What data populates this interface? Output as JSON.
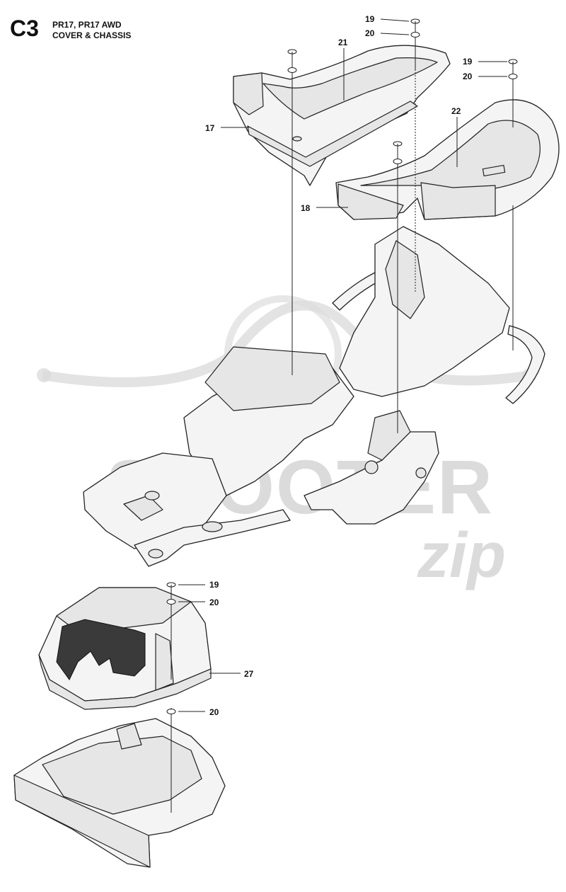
{
  "header": {
    "page_code": "C3",
    "model": "PR17, PR17 AWD",
    "section": "COVER & CHASSIS"
  },
  "watermark": {
    "brand_main": "SCOOTER",
    "brand_script": "zip"
  },
  "callouts": [
    {
      "id": "c19a",
      "label": "19"
    },
    {
      "id": "c20a",
      "label": "20"
    },
    {
      "id": "c21",
      "label": "21"
    },
    {
      "id": "c19b",
      "label": "19"
    },
    {
      "id": "c20b",
      "label": "20"
    },
    {
      "id": "c17",
      "label": "17"
    },
    {
      "id": "c22",
      "label": "22"
    },
    {
      "id": "c18",
      "label": "18"
    },
    {
      "id": "c19c",
      "label": "19"
    },
    {
      "id": "c20c",
      "label": "20"
    },
    {
      "id": "c27",
      "label": "27"
    },
    {
      "id": "c20d",
      "label": "20"
    }
  ]
}
